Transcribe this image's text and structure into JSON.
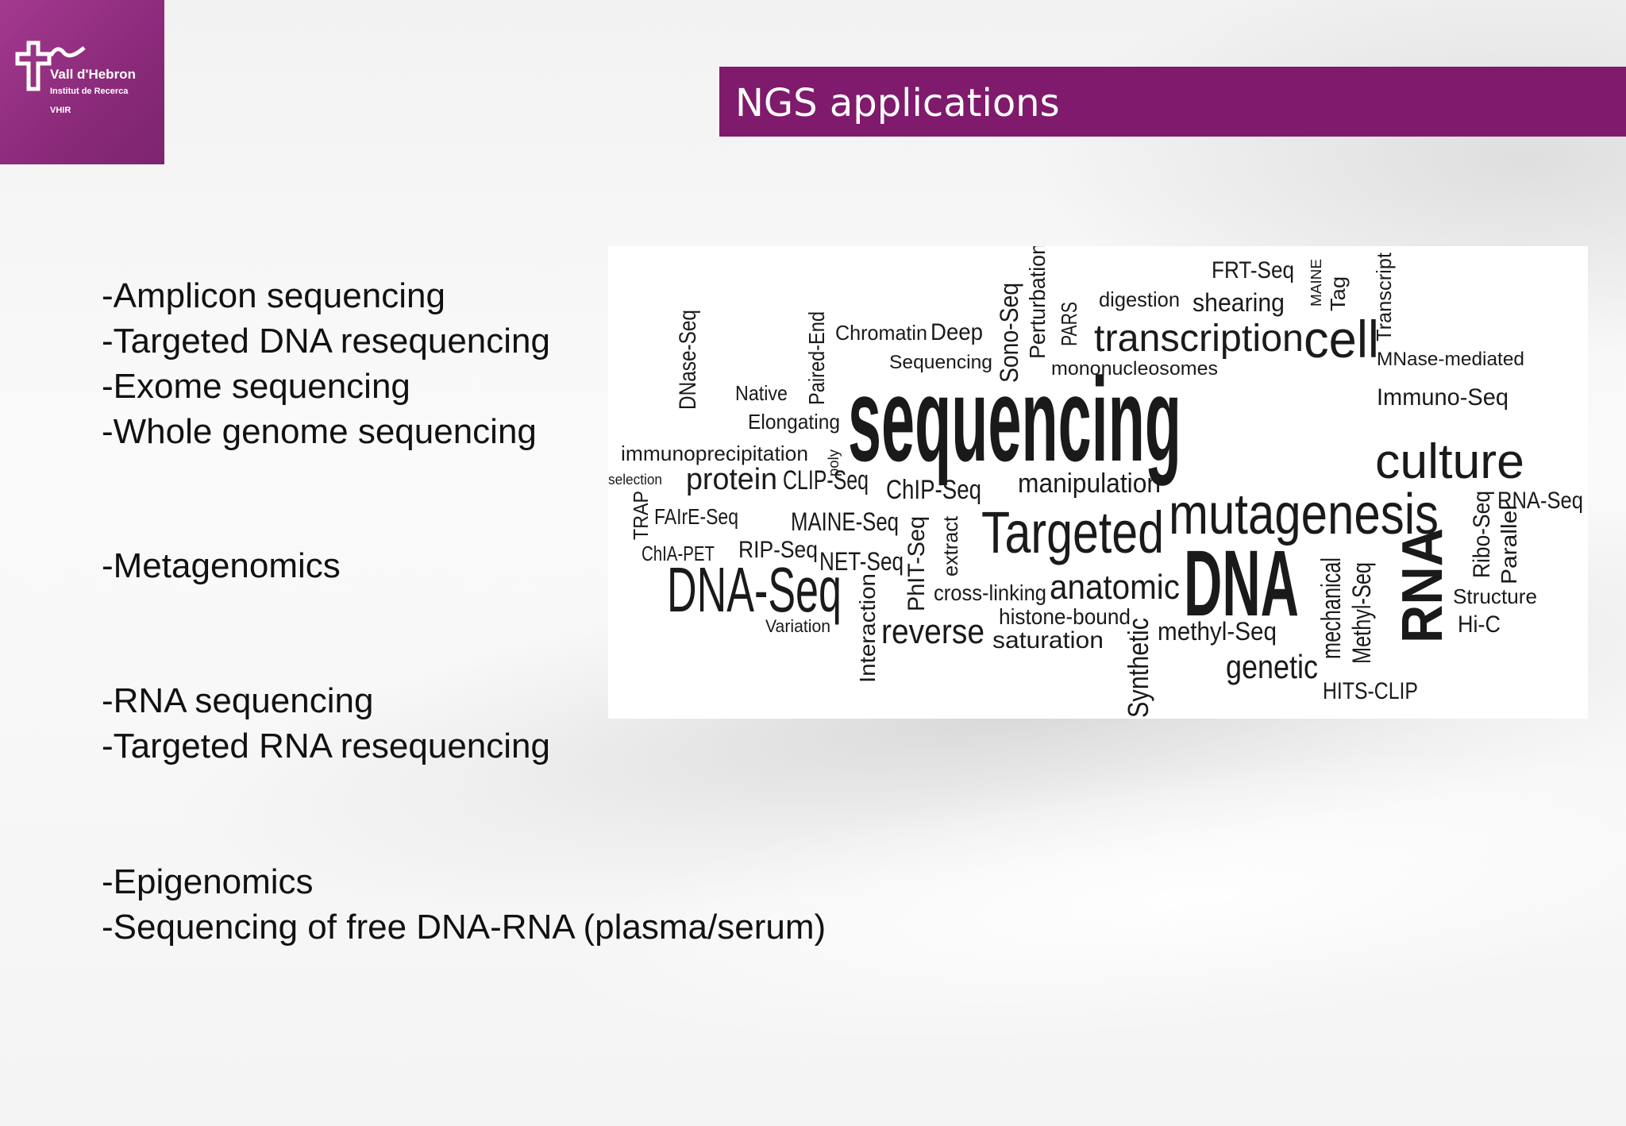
{
  "logo": {
    "name": "Vall d'Hebron",
    "subtitle": "Institut de Recerca",
    "abbr": "VHIR"
  },
  "title": "NGS applications",
  "bullet_groups": [
    [
      "-Amplicon sequencing",
      "-Targeted DNA resequencing",
      "-Exome sequencing",
      "-Whole genome sequencing"
    ],
    [
      "-Metagenomics"
    ],
    [
      "-RNA sequencing",
      "-Targeted RNA resequencing"
    ],
    [
      "-Epigenomics",
      "-Sequencing of free DNA-RNA (plasma/serum)"
    ]
  ],
  "word_cloud": {
    "words": [
      "sequencing",
      "DNA-Seq",
      "DNA",
      "RNA",
      "mutagenesis",
      "Targeted",
      "culture",
      "cell",
      "transcription",
      "protein",
      "CLIP-Seq",
      "ChIP-Seq",
      "manipulation",
      "anatomic",
      "reverse",
      "saturation",
      "methyl-Seq",
      "genetic",
      "HITS-CLIP",
      "Structure",
      "Hi-C",
      "RNA-Seq",
      "Immuno-Seq",
      "MNase-mediated",
      "FRT-Seq",
      "shearing",
      "digestion",
      "Chromatin",
      "Deep",
      "Sequencing",
      "mononucleosomes",
      "Native",
      "Elongating",
      "immunoprecipitation",
      "selection",
      "FAIrE-Seq",
      "MAINE-Seq",
      "RIP-Seq",
      "ChIA-PET",
      "NET-Seq",
      "Variation",
      "cross-linking",
      "histone-bound",
      "Interaction",
      "PhIT-Seq",
      "extract",
      "Synthetic",
      "mechanical",
      "Methyl-Seq",
      "Ribo-Seq",
      "Parallel",
      "DNase-Seq",
      "Paired-End",
      "Sono-Seq",
      "Perturbation",
      "PARS",
      "Transcript",
      "Tag",
      "MAINE",
      "TRAP",
      "poly"
    ]
  }
}
